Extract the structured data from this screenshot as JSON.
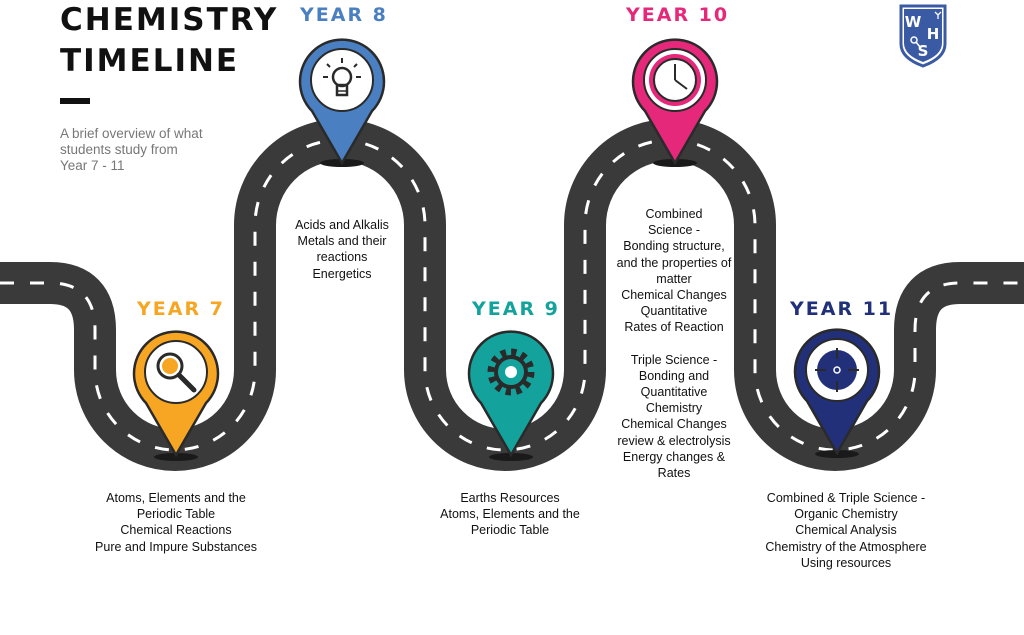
{
  "header": {
    "title_line1": "CHEMISTRY",
    "title_line2": "TIMELINE",
    "subtitle_lines": [
      "A brief overview of what",
      "students study from",
      "Year 7 - 11"
    ]
  },
  "logo": {
    "letters": [
      "W",
      "H",
      "S"
    ],
    "color": "#3b5aa4"
  },
  "road": {
    "color": "#3a3a3a",
    "dash_color": "#ffffff"
  },
  "milestones": [
    {
      "year": "YEAR 7",
      "color": "#f6a623",
      "icon": "magnifier-icon",
      "topics": [
        "Atoms, Elements and the",
        "Periodic Table",
        "Chemical Reactions",
        "Pure and Impure Substances"
      ]
    },
    {
      "year": "YEAR 8",
      "color": "#4a7fc1",
      "icon": "lightbulb-icon",
      "topics": [
        "Acids and Alkalis",
        "Metals and their",
        "reactions",
        "Energetics"
      ]
    },
    {
      "year": "YEAR 9",
      "color": "#13a39c",
      "icon": "gear-icon",
      "topics": [
        "Earths Resources",
        "Atoms, Elements and the",
        "Periodic Table"
      ]
    },
    {
      "year": "YEAR 10",
      "color": "#e5287a",
      "icon": "clock-icon",
      "topics": [
        "Combined",
        "Science -",
        "Bonding structure,",
        "and the properties of",
        "matter",
        "Chemical Changes",
        "Quantitative",
        "Rates of Reaction"
      ],
      "topics_extra": [
        "Triple Science -",
        "Bonding and",
        "Quantitative",
        "Chemistry",
        "Chemical Changes",
        "review & electrolysis",
        "Energy changes &",
        "Rates"
      ]
    },
    {
      "year": "YEAR 11",
      "color": "#22307a",
      "icon": "target-icon",
      "topics": [
        "Combined & Triple Science -",
        "Organic Chemistry",
        "Chemical Analysis",
        "Chemistry of the Atmosphere",
        "Using resources"
      ]
    }
  ]
}
